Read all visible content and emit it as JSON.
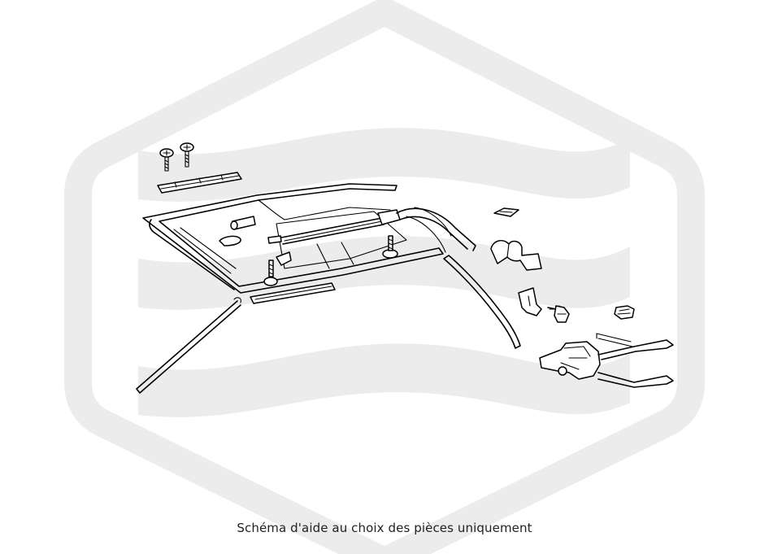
{
  "caption": "Schéma d'aide au choix des pièces uniquement",
  "colors": {
    "background": "#ffffff",
    "watermark": "#ececec",
    "line_art": "#000000",
    "caption_text": "#222222"
  },
  "diagram": {
    "parts": [
      {
        "name": "cross-head-screws"
      },
      {
        "name": "front-trim-strip"
      },
      {
        "name": "roof-frame"
      },
      {
        "name": "guide-rail-cable"
      },
      {
        "name": "rear-trim-strip"
      },
      {
        "name": "drain-hose-left"
      },
      {
        "name": "drain-hose-right"
      },
      {
        "name": "clip-small"
      },
      {
        "name": "bracket-clamp"
      },
      {
        "name": "mounting-bracket"
      },
      {
        "name": "hex-bolt"
      },
      {
        "name": "spring-clip"
      },
      {
        "name": "drive-motor"
      },
      {
        "name": "drive-cables"
      }
    ]
  }
}
